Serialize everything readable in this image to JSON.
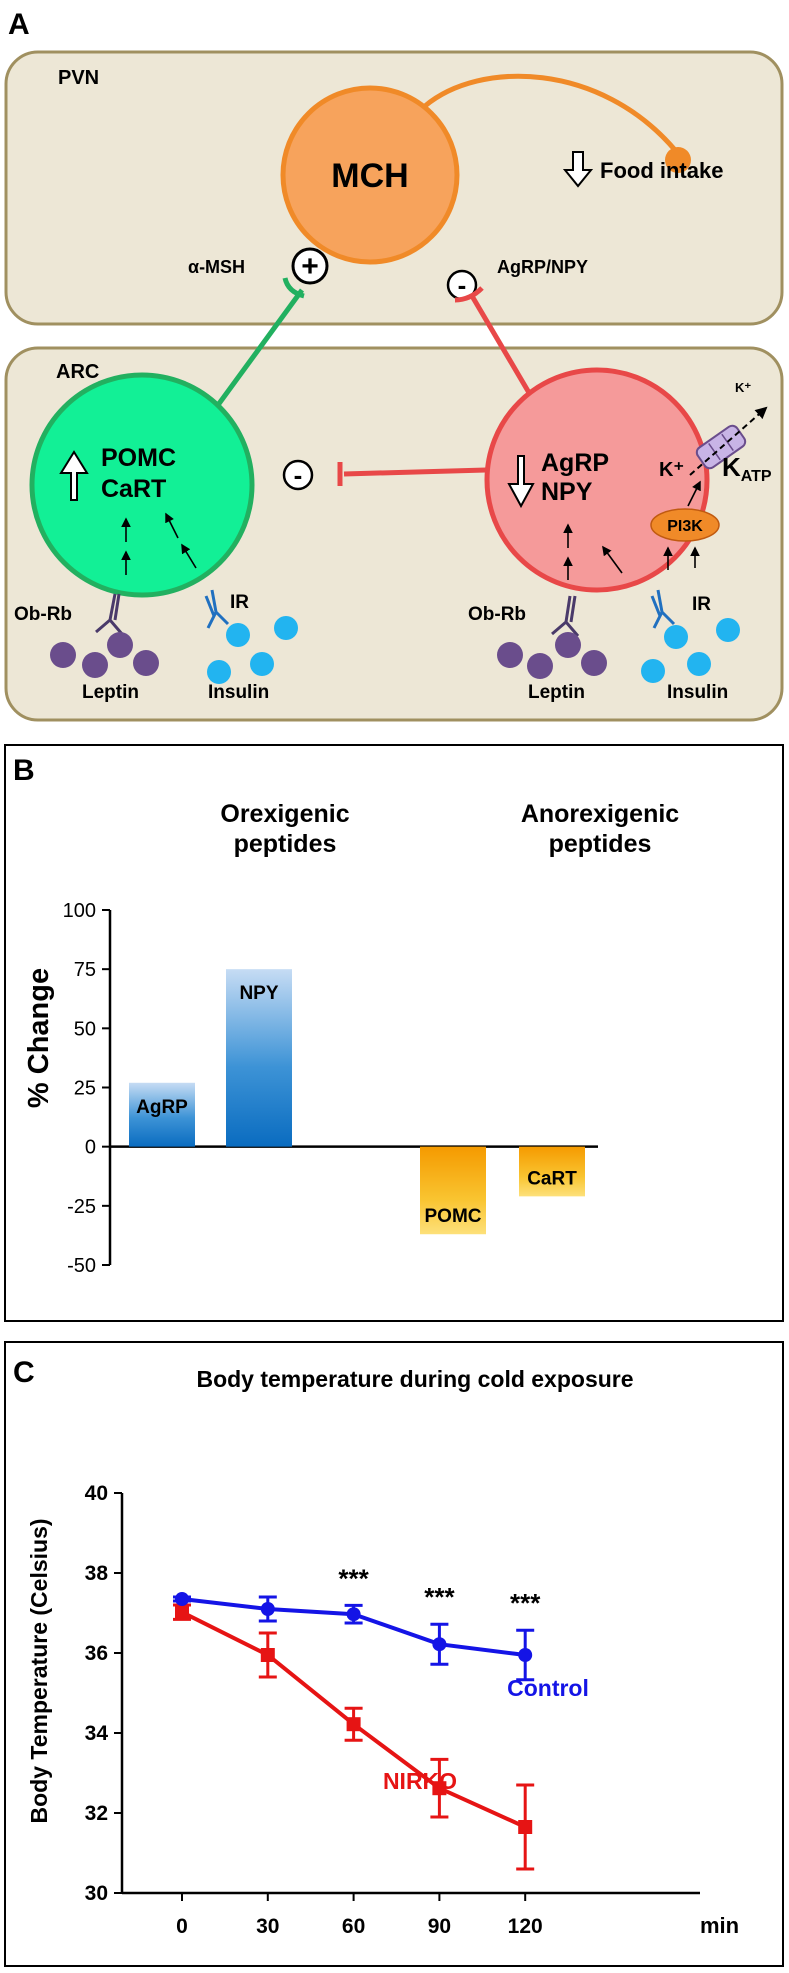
{
  "panelA": {
    "letter": "A",
    "pvn_label": "PVN",
    "arc_label": "ARC",
    "mch_label": "MCH",
    "food_intake": "Food intake",
    "alpha_msh": "α-MSH",
    "agrp_npy_top": "AgRP/NPY",
    "plus": "+",
    "minus": "-",
    "pomc_label": "POMC",
    "cart_label": "CaRT",
    "agrp_label": "AgRP",
    "npy_label": "NPY",
    "pi3k_label": "PI3K",
    "k_plus": "K⁺",
    "katp_main": "K",
    "katp_sub": "ATP",
    "obrb_label": "Ob-Rb",
    "ir_label": "IR",
    "leptin_label": "Leptin",
    "insulin_label": "Insulin",
    "colors": {
      "box_fill": "#ede7d6",
      "box_stroke": "#a09060",
      "mch": "#f7a35c",
      "pomc_cell": "#12f096",
      "agrp_cell": "#f59a9a",
      "green_line": "#22b060",
      "red_line": "#e84848",
      "leptin": "#6a4d8c",
      "insulin": "#22b4f0"
    }
  },
  "panelB": {
    "letter": "B",
    "orexigenic_line1": "Orexigenic",
    "orexigenic_line2": "peptides",
    "anorexigenic_line1": "Anorexigenic",
    "anorexigenic_line2": "peptides",
    "chart_data": {
      "type": "bar",
      "categories": [
        "AgRP",
        "NPY",
        "POMC",
        "CaRT"
      ],
      "values": [
        27,
        75,
        -37,
        -21
      ],
      "ylabel": "% Change",
      "ylim": [
        -50,
        100
      ],
      "yticks": [
        100,
        75,
        50,
        25,
        0,
        -25,
        -50
      ],
      "colors": {
        "positive": "#1a7cc8",
        "negative": "#f5a800"
      }
    }
  },
  "panelC": {
    "letter": "C",
    "title": "Body temperature during cold exposure",
    "x_unit": "min",
    "significance": [
      "***",
      "***",
      "***"
    ],
    "chart_data": {
      "type": "line",
      "title": "Body temperature during cold exposure",
      "ylabel": "Body Temperature (Celsius)",
      "xlabel": "min",
      "x": [
        0,
        30,
        60,
        90,
        120
      ],
      "ylim": [
        30,
        40
      ],
      "yticks": [
        40,
        38,
        36,
        34,
        32,
        30
      ],
      "series": [
        {
          "name": "Control",
          "color": "#1414e6",
          "values": [
            37.35,
            37.1,
            36.97,
            36.22,
            35.95
          ],
          "errors": [
            0.05,
            0.3,
            0.22,
            0.5,
            0.62
          ]
        },
        {
          "name": "NIRKO",
          "color": "#e61414",
          "values": [
            37.02,
            35.95,
            34.22,
            32.62,
            31.65
          ],
          "errors": [
            0.18,
            0.55,
            0.4,
            0.72,
            1.05
          ]
        }
      ],
      "significance_x": [
        60,
        90,
        120
      ]
    }
  }
}
